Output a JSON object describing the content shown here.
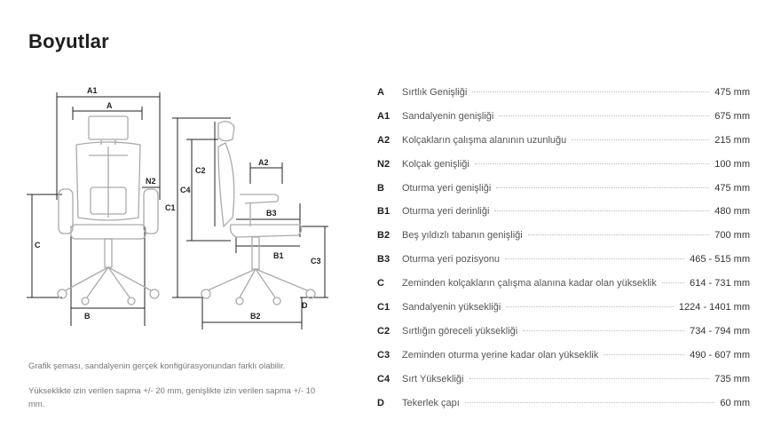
{
  "title": "Boyutlar",
  "notes": [
    "Grafik şeması, sandalyenin gerçek konfigürasyonundan farklı olabilir.",
    "Yükseklikte izin verilen sapma +/- 20 mm, genişlikte izin verilen sapma +/- 10 mm."
  ],
  "diagram_labels": {
    "a1": "A1",
    "a": "A",
    "n2": "N2",
    "c": "C",
    "b": "B",
    "c1": "C1",
    "c4": "C4",
    "c2": "C2",
    "a2": "A2",
    "b3": "B3",
    "b1": "B1",
    "c3": "C3",
    "b2": "B2",
    "d": "D"
  },
  "specs": [
    {
      "code": "A",
      "label": "Sırtlık Genişliği",
      "value": "475 mm"
    },
    {
      "code": "A1",
      "label": "Sandalyenin genişliği",
      "value": "675 mm"
    },
    {
      "code": "A2",
      "label": "Kolçakların çalışma alanının uzunluğu",
      "value": "215 mm"
    },
    {
      "code": "N2",
      "label": "Kolçak genişliği",
      "value": "100 mm"
    },
    {
      "code": "B",
      "label": "Oturma yeri genişliği",
      "value": "475 mm"
    },
    {
      "code": "B1",
      "label": "Oturma yeri derinliği",
      "value": "480 mm"
    },
    {
      "code": "B2",
      "label": "Beş yıldızlı tabanın genişliği",
      "value": "700 mm"
    },
    {
      "code": "B3",
      "label": "Oturma yeri pozisyonu",
      "value": "465 - 515 mm"
    },
    {
      "code": "C",
      "label": "Zeminden kolçakların çalışma alanına kadar olan yükseklik",
      "value": "614 - 731 mm"
    },
    {
      "code": "C1",
      "label": "Sandalyenin yüksekliği",
      "value": "1224 - 1401 mm"
    },
    {
      "code": "C2",
      "label": "Sırtlığın göreceli yüksekliği",
      "value": "734 - 794 mm"
    },
    {
      "code": "C3",
      "label": "Zeminden oturma yerine kadar olan yükseklik",
      "value": "490 - 607 mm"
    },
    {
      "code": "C4",
      "label": "Sırt Yüksekliği",
      "value": "735 mm"
    },
    {
      "code": "D",
      "label": "Tekerlek çapı",
      "value": "60 mm"
    }
  ]
}
